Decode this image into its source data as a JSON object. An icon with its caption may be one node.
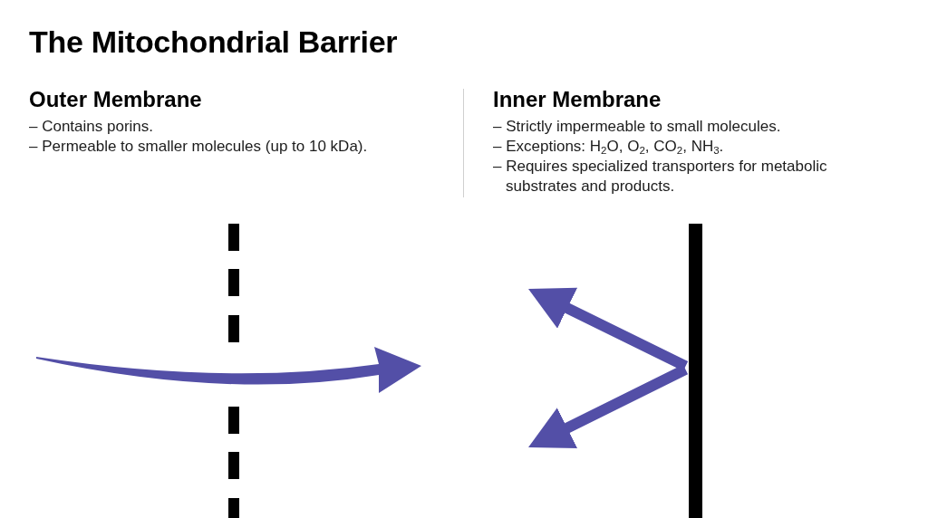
{
  "diagram": {
    "title": "The Mitochondrial Barrier",
    "nodes": [
      {
        "text": [],
        "shape": "bar"
      },
      {
        "text": [],
        "shape": "bar"
      }
    ],
    "edges": [
      {
        "from": 1,
        "to": null,
        "arrow": "to"
      },
      {
        "from": 1,
        "to": null,
        "arrow": "to"
      }
    ],
    "labels": [
      "Outer Membrane",
      "– Contains porins.",
      "– Permeable to smaller molecules (up to 10 kDa).",
      "Inner Membrane",
      "– Strictly impermeable to small molecules.",
      "– Exceptions: H$_{2}$O, O$_{2}$, CO$_{2}$, NH$_{3}$.",
      "– Requires specialized transporters for metabolic substrates and products."
    ]
  }
}
